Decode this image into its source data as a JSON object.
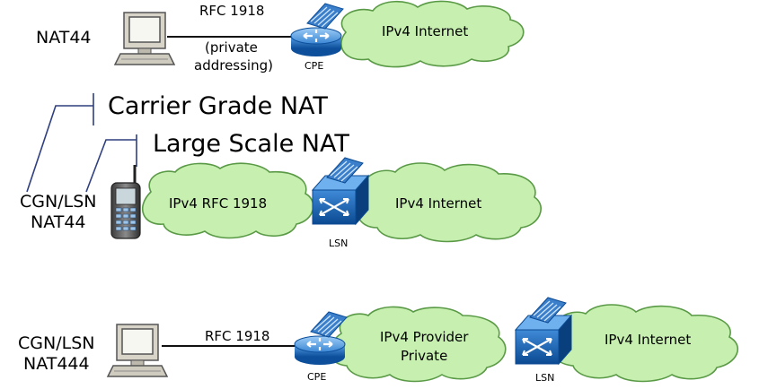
{
  "row1": {
    "label": "NAT44",
    "link_line1": "RFC 1918",
    "link_line2": "(private",
    "link_line3": "addressing)",
    "router_label": "CPE",
    "cloud_label": "IPv4 Internet"
  },
  "titles": {
    "carrier": "Carrier Grade NAT",
    "large": "Large Scale NAT"
  },
  "row2": {
    "label_line1": "CGN/LSN",
    "label_line2": "NAT44",
    "cloud_left": "IPv4 RFC 1918",
    "switch_label": "LSN",
    "cloud_right": "IPv4 Internet"
  },
  "row3": {
    "label_line1": "CGN/LSN",
    "label_line2": "NAT444",
    "link_label": "RFC 1918",
    "router_label": "CPE",
    "cloud_mid_line1": "IPv4 Provider",
    "cloud_mid_line2": "Private",
    "switch_label": "LSN",
    "cloud_right": "IPv4 Internet"
  },
  "colors": {
    "cloud_fill": "#c6efb0",
    "cloud_stroke": "#5a9a46",
    "router_blue": "#1f6fc0",
    "bracket": "#2f3f7f"
  },
  "icons": [
    "computer-icon",
    "router-icon",
    "switch-icon",
    "cellphone-icon",
    "cloud-icon"
  ]
}
